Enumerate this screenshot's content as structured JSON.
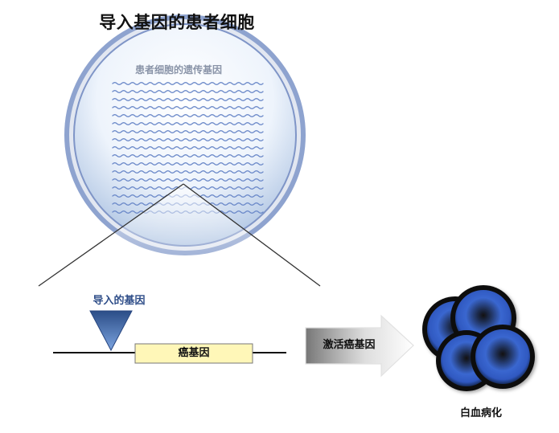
{
  "title": "导入基因的患者细胞",
  "circle_label": "患者细胞的遗传基因",
  "inserted_gene_label": "导入的基因",
  "oncogene_label": "癌基因",
  "activation_label": "激活癌基因",
  "result_label": "白血病化",
  "colors": {
    "circle_outer": "#8ea3cf",
    "circle_rim": "#e2e7f1",
    "circle_fill_top": "#ffffff",
    "circle_fill_bottom": "#a6bedf",
    "wave": "#6b89c9",
    "triangle": "#2f4e89",
    "oncogene_box": "#fff7b8",
    "cell_blue": "#3d69d2",
    "cell_dark": "#0d0d0d"
  },
  "icons": {
    "triangle": "inserted-gene-triangle-icon",
    "arrow": "activation-arrow-icon",
    "cells": "leukemia-cell-icon"
  }
}
